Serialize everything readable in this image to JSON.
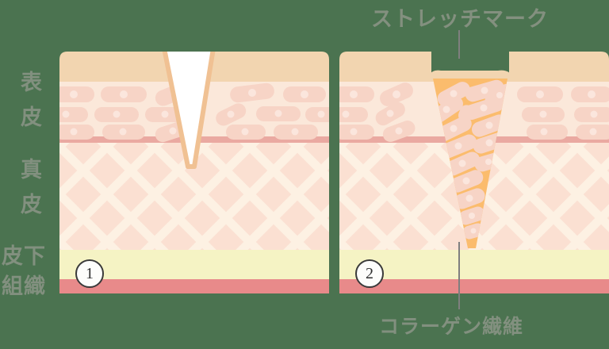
{
  "figure": {
    "background_color": "#4b7350",
    "title": "ストレッチマーク",
    "bottom_caption": "コラーゲン繊維"
  },
  "layer_labels": [
    {
      "text": "表\n皮",
      "name": "epidermis"
    },
    {
      "text": "真\n皮",
      "name": "dermis"
    },
    {
      "text": "皮下\n組織",
      "name": "subcutaneous-tissue"
    }
  ],
  "panels": [
    {
      "badge": "1",
      "name": "panel-empty-fissure"
    },
    {
      "badge": "2",
      "name": "panel-filled-stretch-mark"
    }
  ],
  "colors": {
    "surface": "#f2d5b0",
    "epidermis_bg": "#fbe8da",
    "epidermis_cell": "#f7d4c6",
    "epidermis_nucleus": "#fbe6dd",
    "boundary_line": "#eaa9a1",
    "dermis_bg": "#fbe0d2",
    "dermis_mesh": "#fdf0e0",
    "fat_layer": "#f5f3c4",
    "muscle_layer": "#e88a8a",
    "wedge_edge": "#f0c193",
    "wedge_fill_empty": "#ffffff",
    "wedge_fill_marked": "#fbbc6d",
    "label_text": "#82907f",
    "leader_line": "#7f7f7f"
  }
}
